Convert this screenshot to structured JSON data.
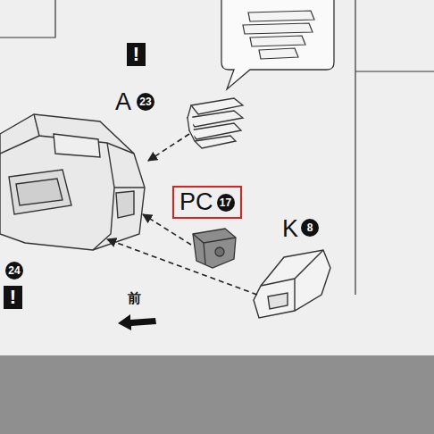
{
  "diagram": {
    "nodes": [
      {
        "text": [
          "PC",
          "17"
        ]
      }
    ],
    "labels": [
      "!",
      "A",
      "23",
      "K",
      "8",
      "24",
      "!",
      "前"
    ]
  }
}
